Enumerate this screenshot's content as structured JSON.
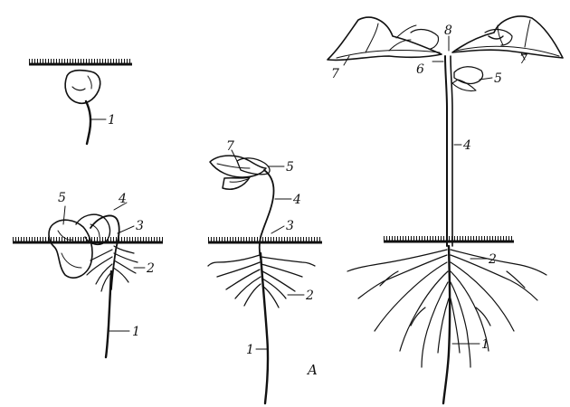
{
  "figure": {
    "panel_letter": "A",
    "stage1": {
      "labels": [
        "1"
      ]
    },
    "stage2": {
      "labels": [
        "5",
        "4",
        "3",
        "2",
        "1"
      ]
    },
    "stage3": {
      "labels": [
        "7",
        "5",
        "4",
        "3",
        "2",
        "1"
      ]
    },
    "stage4": {
      "labels": [
        "8",
        "7",
        "6",
        "7",
        "5",
        "4",
        "2",
        "1"
      ]
    }
  }
}
